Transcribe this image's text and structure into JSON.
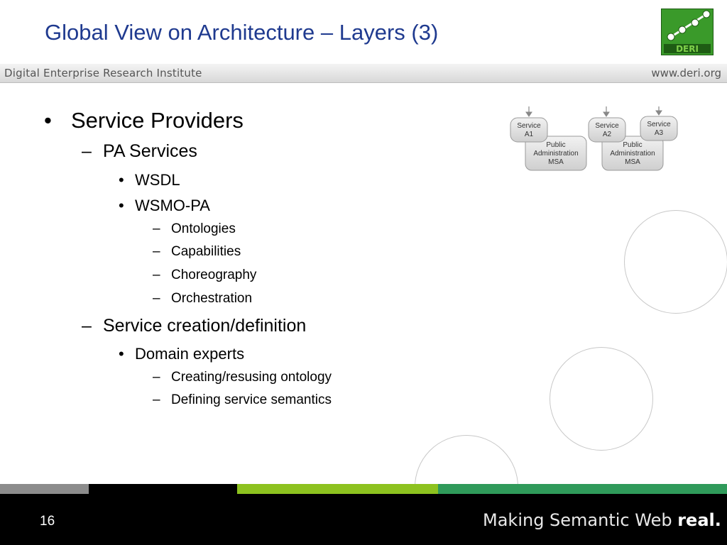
{
  "slide": {
    "title": "Global View on Architecture – Layers (3)",
    "page_number": "16"
  },
  "header": {
    "logo_text": "DERI",
    "institute_name": "Digital Enterprise Research Institute",
    "institute_url": "www.deri.org"
  },
  "footer": {
    "tagline_prefix": "Making Semantic Web ",
    "tagline_emphasis": "real."
  },
  "bullets": {
    "b1": {
      "marker": "•",
      "text": "Service Providers"
    },
    "b2": {
      "marker": "–",
      "text": "PA Services"
    },
    "b3": {
      "marker": "•",
      "text": "WSDL"
    },
    "b4": {
      "marker": "•",
      "text": "WSMO-PA"
    },
    "b5": {
      "marker": "–",
      "text": "Ontologies"
    },
    "b6": {
      "marker": "–",
      "text": "Capabilities"
    },
    "b7": {
      "marker": "–",
      "text": "Choreography"
    },
    "b8": {
      "marker": "–",
      "text": "Orchestration"
    },
    "b9": {
      "marker": "–",
      "text": "Service creation/definition"
    },
    "b10": {
      "marker": "•",
      "text": "Domain experts"
    },
    "b11": {
      "marker": "–",
      "text": "Creating/resusing ontology"
    },
    "b12": {
      "marker": "–",
      "text": "Defining service semantics"
    }
  },
  "diagram": {
    "service_a1": {
      "line1": "Service",
      "line2": "A1"
    },
    "msa_left": {
      "line1": "Public",
      "line2": "Administration",
      "line3": "MSA"
    },
    "service_a2": {
      "line1": "Service",
      "line2": "A2"
    },
    "service_a3": {
      "line1": "Service",
      "line2": "A3"
    },
    "msa_right": {
      "line1": "Public",
      "line2": "Administration",
      "line3": "MSA"
    }
  },
  "colors": {
    "title": "#1f3a8f",
    "logo_green": "#3a9a2a",
    "strip_gray": "#8c8c8c",
    "strip_lime": "#8dc21f",
    "strip_green": "#2f9a5a",
    "footer_black": "#000000"
  }
}
